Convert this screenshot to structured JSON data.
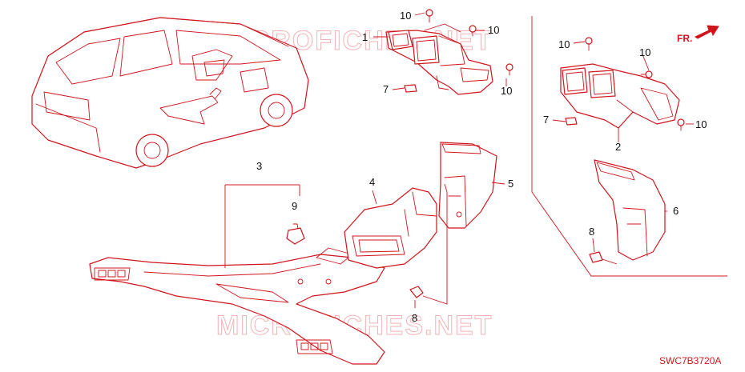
{
  "diagram": {
    "diagram_code": "SWC7B3720A",
    "direction_label": "FR.",
    "watermark": "MICROFICHES.NET",
    "callouts": {
      "c1": "1",
      "c2": "2",
      "c3": "3",
      "c4": "4",
      "c5": "5",
      "c6": "6",
      "c7a": "7",
      "c7b": "7",
      "c8a": "8",
      "c8b": "8",
      "c9": "9",
      "c10a": "10",
      "c10b": "10",
      "c10c": "10",
      "c10d": "10",
      "c10e": "10",
      "c10f": "10"
    },
    "colors": {
      "line": "#d0141c",
      "watermark": "#f2b3b6",
      "text": "#111111"
    }
  }
}
